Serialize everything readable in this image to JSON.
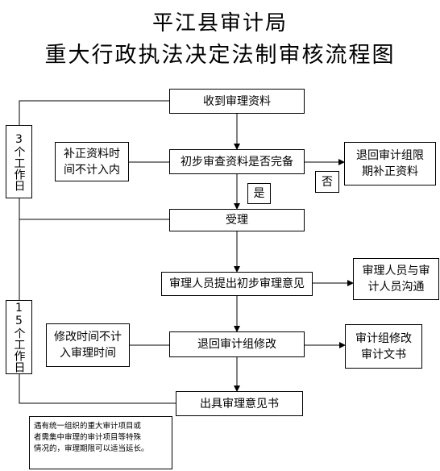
{
  "title": {
    "line1": "平江县审计局",
    "line2": "重大行政执法决定法制审核流程图"
  },
  "steps": {
    "receive": "收到审理资料",
    "initial_check": "初步审查资料是否完备",
    "accept": "受理",
    "initial_opinion": "审理人员提出初步审理意见",
    "return_group": "退回审计组修改",
    "issue_opinion": "出具审理意见书"
  },
  "side": {
    "supplement_line1": "补正资料时",
    "supplement_line2": "间不计入内",
    "return_supplement_line1": "退回审计组限",
    "return_supplement_line2": "期补正资料",
    "communicate_line1": "审理人员与审",
    "communicate_line2": "计人员沟通",
    "modify_time_line1": "修改时间不计",
    "modify_time_line2": "入审理时间",
    "revise_line1": "审计组修改",
    "revise_line2": "审计文书"
  },
  "labels": {
    "yes": "是",
    "no": "否"
  },
  "durations": {
    "phase1": "3个工作日",
    "phase2": "15个工作日"
  },
  "note": {
    "line1": "遇有统一组织的重大审计项目或",
    "line2": "者需集中审理的审计项目等特殊",
    "line3": "情况的，审理期限可以适当延长。"
  }
}
